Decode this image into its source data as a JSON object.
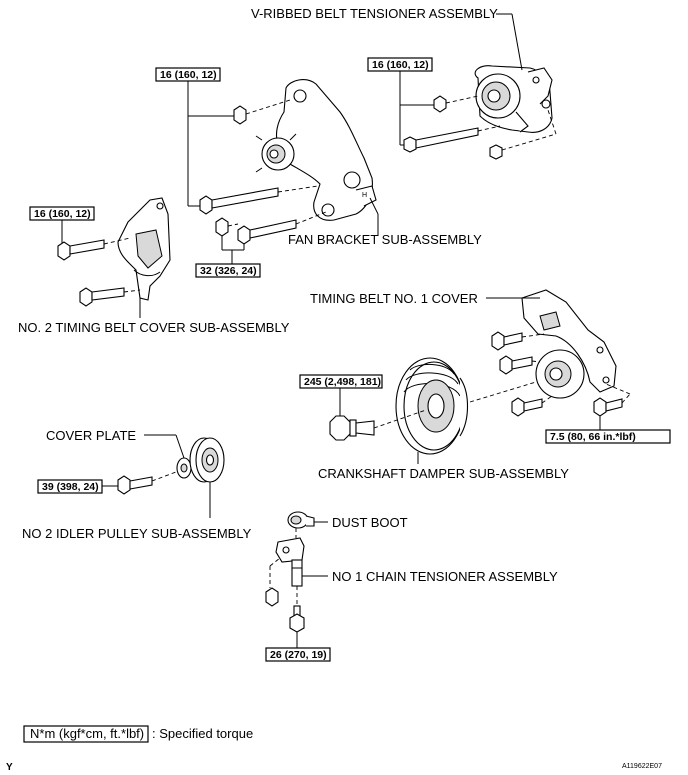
{
  "labels": {
    "v_ribbed_tensioner": "V-RIBBED BELT TENSIONER ASSEMBLY",
    "fan_bracket": "FAN BRACKET SUB-ASSEMBLY",
    "no2_timing_cover": "NO. 2 TIMING BELT COVER SUB-ASSEMBLY",
    "timing_belt_no1_cover": "TIMING BELT NO. 1 COVER",
    "cover_plate": "COVER PLATE",
    "crankshaft_damper": "CRANKSHAFT DAMPER SUB-ASSEMBLY",
    "no2_idler_pulley": "NO  2 IDLER PULLEY SUB-ASSEMBLY",
    "dust_boot": "DUST BOOT",
    "no1_chain_tensioner": "NO  1 CHAIN TENSIONER ASSEMBLY"
  },
  "torques": {
    "fan_bracket_bolts": "16 (160, 12)",
    "tensioner_bolts": "16 (160, 12)",
    "cover_bolt": "16 (160, 12)",
    "fan_bracket_nuts": "32 (326, 24)",
    "crank_bolt": "245 (2,498, 181)",
    "timing_cover_bolts": "7.5 (80, 66 in.*lbf)",
    "idler_bolt": "39 (398, 24)",
    "chain_tensioner_bolt": "26 (270, 19)"
  },
  "legend": {
    "unit_box": "N*m (kgf*cm, ft.*lbf)",
    "description": ": Specified torque"
  },
  "footer": {
    "left_mark": "Y",
    "figure_id": "A119622E07"
  }
}
